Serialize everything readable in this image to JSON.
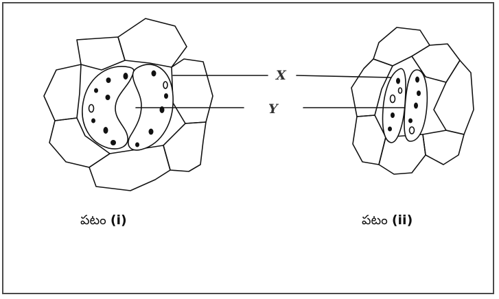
{
  "figure1": {
    "word": "పటం",
    "number": "(i)"
  },
  "figure2": {
    "word": "పటం",
    "number": "(ii)"
  },
  "labels": {
    "x": "X",
    "y": "Y"
  }
}
